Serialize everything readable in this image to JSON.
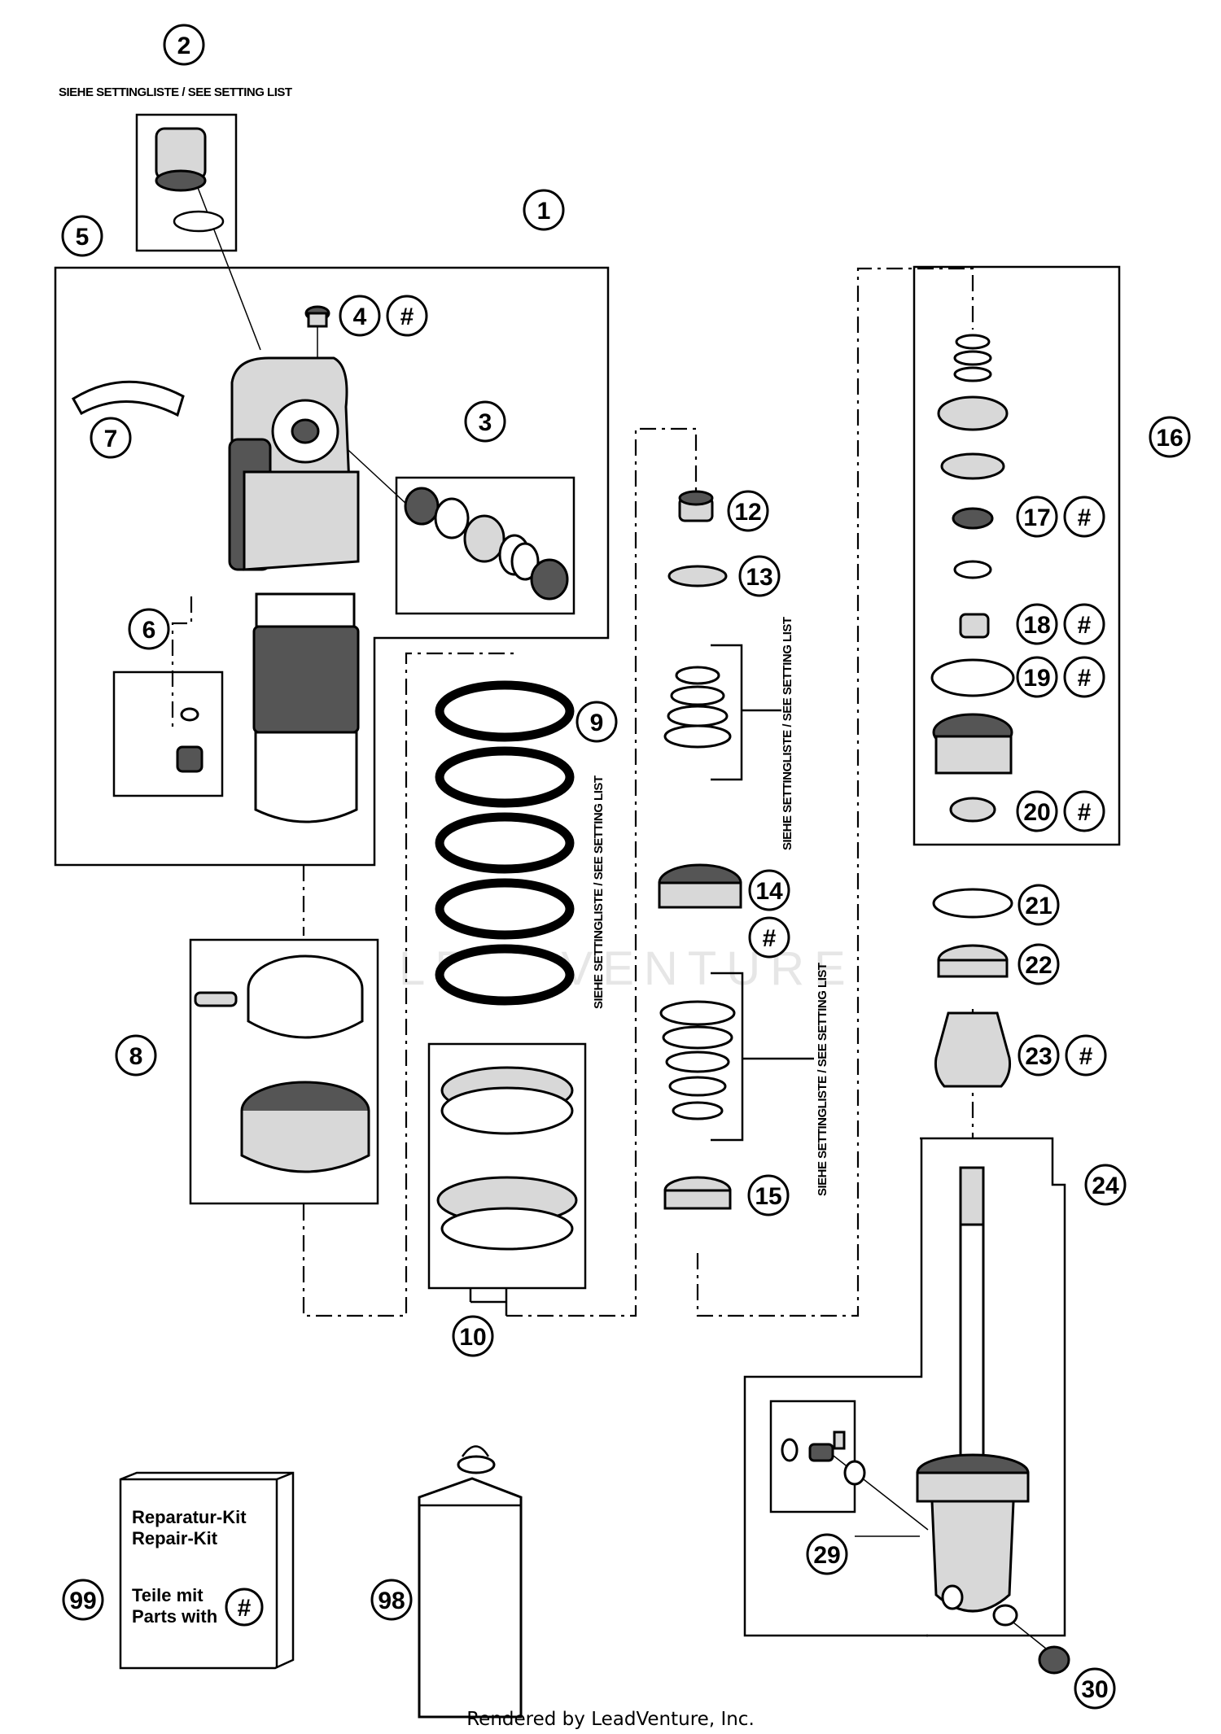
{
  "callouts": [
    {
      "id": "c1",
      "number": "1",
      "hash": false
    },
    {
      "id": "c2",
      "number": "2",
      "hash": false
    },
    {
      "id": "c3",
      "number": "3",
      "hash": false
    },
    {
      "id": "c4",
      "number": "4",
      "hash": true
    },
    {
      "id": "c5",
      "number": "5",
      "hash": false
    },
    {
      "id": "c6",
      "number": "6",
      "hash": false
    },
    {
      "id": "c7",
      "number": "7",
      "hash": false
    },
    {
      "id": "c8",
      "number": "8",
      "hash": false
    },
    {
      "id": "c9",
      "number": "9",
      "hash": false
    },
    {
      "id": "c10",
      "number": "10",
      "hash": false
    },
    {
      "id": "c12",
      "number": "12",
      "hash": false
    },
    {
      "id": "c13",
      "number": "13",
      "hash": false
    },
    {
      "id": "c14",
      "number": "14",
      "hash": true
    },
    {
      "id": "c15",
      "number": "15",
      "hash": false
    },
    {
      "id": "c16",
      "number": "16",
      "hash": false
    },
    {
      "id": "c17",
      "number": "17",
      "hash": true
    },
    {
      "id": "c18",
      "number": "18",
      "hash": true
    },
    {
      "id": "c19",
      "number": "19",
      "hash": true
    },
    {
      "id": "c20",
      "number": "20",
      "hash": true
    },
    {
      "id": "c21",
      "number": "21",
      "hash": false
    },
    {
      "id": "c22",
      "number": "22",
      "hash": false
    },
    {
      "id": "c23",
      "number": "23",
      "hash": true
    },
    {
      "id": "c24",
      "number": "24",
      "hash": false
    },
    {
      "id": "c29",
      "number": "29",
      "hash": false
    },
    {
      "id": "c30",
      "number": "30",
      "hash": false
    },
    {
      "id": "c98",
      "number": "98",
      "hash": false
    },
    {
      "id": "c99",
      "number": "99",
      "hash": false
    }
  ],
  "hash_symbol": "#",
  "setting_note": "SIEHE SETTINGLISTE / SEE SETTING LIST",
  "kit_box": {
    "line1": "Reparatur-Kit",
    "line2": "Repair-Kit",
    "line3": "Teile mit",
    "line4": "Parts with",
    "symbol": "#"
  },
  "watermark": "LEADVENTURE",
  "footer": "Rendered by LeadVenture, Inc."
}
